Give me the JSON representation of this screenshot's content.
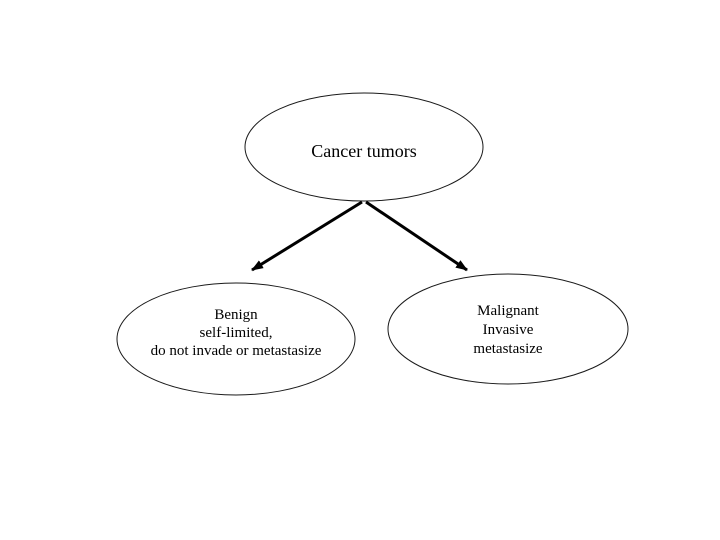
{
  "slide": {
    "background": "#ffffff",
    "styles": {
      "ellipse_stroke": "#1a1a1a",
      "ellipse_fill": "none",
      "arrow_color": "#000000",
      "text_color": "#000000"
    },
    "diagram": {
      "type": "tree",
      "root": {
        "label": "Cancer tumors"
      },
      "children": [
        {
          "id": "benign",
          "lines": [
            "Benign",
            "self-limited,",
            "do not invade or metastasize"
          ]
        },
        {
          "id": "malignant",
          "lines": [
            "Malignant",
            "Invasive",
            "metastasize"
          ]
        }
      ]
    }
  }
}
